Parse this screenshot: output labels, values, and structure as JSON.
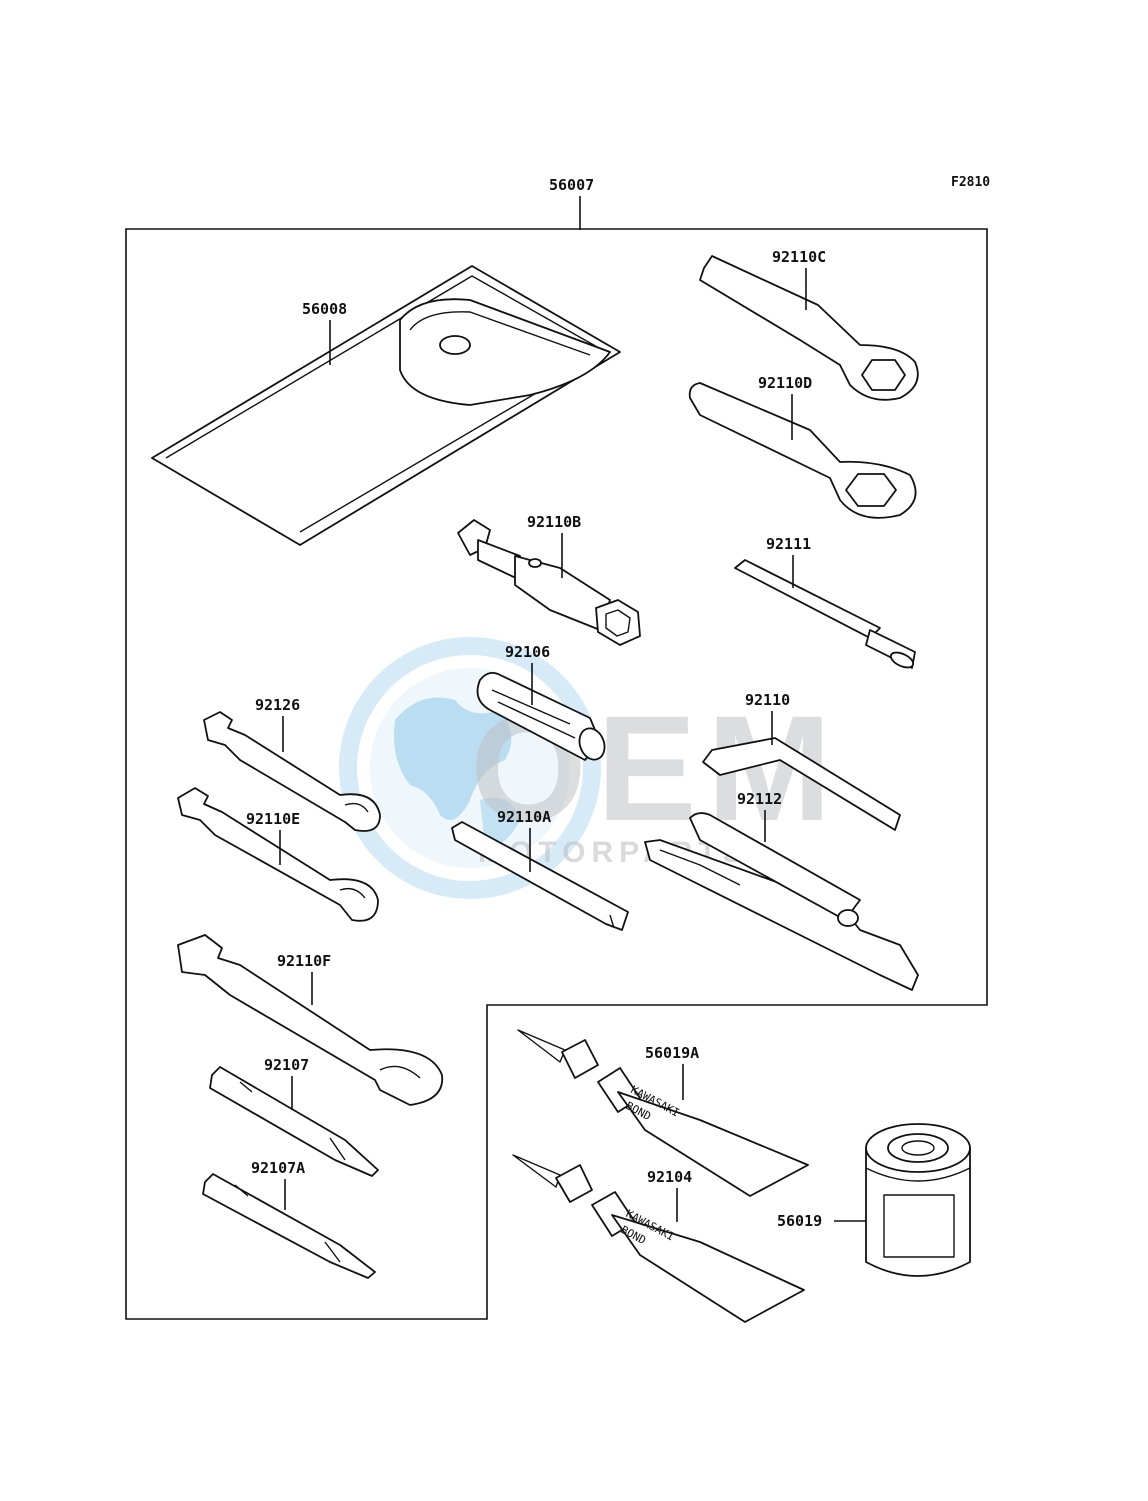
{
  "figure_code": "F2810",
  "watermark": {
    "brand": "OEM",
    "tagline": "MOTORPARTS",
    "colors": {
      "globe": "#5aaee0",
      "text": "#8a8f95"
    }
  },
  "tube_text": {
    "line1": "KAWASAKI",
    "line2": "BOND"
  },
  "parts": [
    {
      "id": "p56007",
      "number": "56007"
    },
    {
      "id": "p56008",
      "number": "56008"
    },
    {
      "id": "p92110C",
      "number": "92110C"
    },
    {
      "id": "p92110D",
      "number": "92110D"
    },
    {
      "id": "p92110B",
      "number": "92110B"
    },
    {
      "id": "p92111",
      "number": "92111"
    },
    {
      "id": "p92106",
      "number": "92106"
    },
    {
      "id": "p92126",
      "number": "92126"
    },
    {
      "id": "p92110",
      "number": "92110"
    },
    {
      "id": "p92112",
      "number": "92112"
    },
    {
      "id": "p92110E",
      "number": "92110E"
    },
    {
      "id": "p92110A",
      "number": "92110A"
    },
    {
      "id": "p92110F",
      "number": "92110F"
    },
    {
      "id": "p92107",
      "number": "92107"
    },
    {
      "id": "p92107A",
      "number": "92107A"
    },
    {
      "id": "p56019A",
      "number": "56019A"
    },
    {
      "id": "p92104",
      "number": "92104"
    },
    {
      "id": "p56019",
      "number": "56019"
    }
  ]
}
